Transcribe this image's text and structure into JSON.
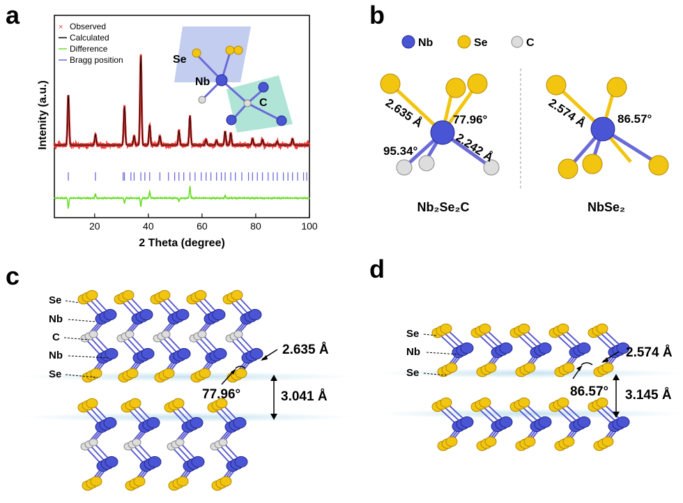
{
  "panel_letters": {
    "a": "a",
    "b": "b",
    "c": "c",
    "d": "d"
  },
  "panel_a": {
    "legend": [
      "Observed",
      "Calculated",
      "Difference",
      "Bragg position"
    ],
    "inset_labels": {
      "se": "Se",
      "nb": "Nb",
      "c": "C"
    }
  },
  "panel_b": {
    "legend": [
      "Nb",
      "Se",
      "C"
    ],
    "left": {
      "bond_nb_se": "2.635 Å",
      "angle_top": "77.96°",
      "angle_left": "95.34°",
      "bond_nb_c": "2.242 Å",
      "name": "Nb₂Se₂C"
    },
    "right": {
      "bond_nb_se": "2.574 Å",
      "angle": "86.57°",
      "name": "NbSe₂"
    }
  },
  "panel_c": {
    "layer_labels": [
      "Se",
      "Nb",
      "C",
      "Nb",
      "Se"
    ],
    "bond": "2.635 Å",
    "angle": "77.96°",
    "gap": "3.041 Å"
  },
  "panel_d": {
    "layer_labels": [
      "Se",
      "Nb",
      "Se"
    ],
    "bond": "2.574 Å",
    "angle": "86.57°",
    "gap": "3.145 Å"
  },
  "chart_data": {
    "type": "line",
    "xlabel": "2 Theta (degree)",
    "ylabel": "Intenity (a.u.)",
    "xlim": [
      5,
      100
    ],
    "xticks": [
      20,
      40,
      60,
      80,
      100
    ],
    "series": [
      {
        "name": "Observed",
        "color": "#e53935"
      },
      {
        "name": "Calculated",
        "color": "#000000"
      },
      {
        "name": "Difference",
        "color": "#66dd22"
      },
      {
        "name": "Bragg position",
        "color": "#6a6ad8"
      }
    ],
    "peaks": [
      {
        "x": 10.2,
        "y": 0.56
      },
      {
        "x": 20.3,
        "y": 0.12
      },
      {
        "x": 31.1,
        "y": 0.43
      },
      {
        "x": 34.7,
        "y": 0.1
      },
      {
        "x": 37.2,
        "y": 1.0
      },
      {
        "x": 40.5,
        "y": 0.22
      },
      {
        "x": 44.3,
        "y": 0.1
      },
      {
        "x": 51.4,
        "y": 0.16
      },
      {
        "x": 55.5,
        "y": 0.32
      },
      {
        "x": 61.5,
        "y": 0.06
      },
      {
        "x": 65.4,
        "y": 0.05
      },
      {
        "x": 68.6,
        "y": 0.15
      },
      {
        "x": 70.7,
        "y": 0.13
      },
      {
        "x": 78.8,
        "y": 0.07
      },
      {
        "x": 82.5,
        "y": 0.06
      },
      {
        "x": 88.0,
        "y": 0.04
      },
      {
        "x": 93.7,
        "y": 0.07
      }
    ],
    "bragg_positions": [
      10.2,
      20.3,
      30.6,
      31.1,
      33.5,
      34.7,
      37.2,
      38.7,
      40.5,
      44.3,
      47.5,
      49.8,
      51.4,
      53.2,
      55.5,
      57.4,
      59.7,
      61.5,
      63.3,
      65.4,
      67.2,
      68.6,
      70.7,
      72.4,
      74.8,
      77.3,
      78.8,
      80.6,
      82.5,
      84.6,
      86.5,
      88.0,
      90.3,
      92.0,
      93.7,
      95.6,
      97.8,
      99.0
    ],
    "difference_features": [
      {
        "x": 10.2,
        "y": -0.12
      },
      {
        "x": 20.3,
        "y": 0.05
      },
      {
        "x": 31.1,
        "y": -0.06
      },
      {
        "x": 37.2,
        "y": -0.1
      },
      {
        "x": 40.5,
        "y": 0.08
      },
      {
        "x": 51.4,
        "y": -0.04
      },
      {
        "x": 55.5,
        "y": 0.14
      },
      {
        "x": 68.6,
        "y": 0.03
      }
    ]
  }
}
